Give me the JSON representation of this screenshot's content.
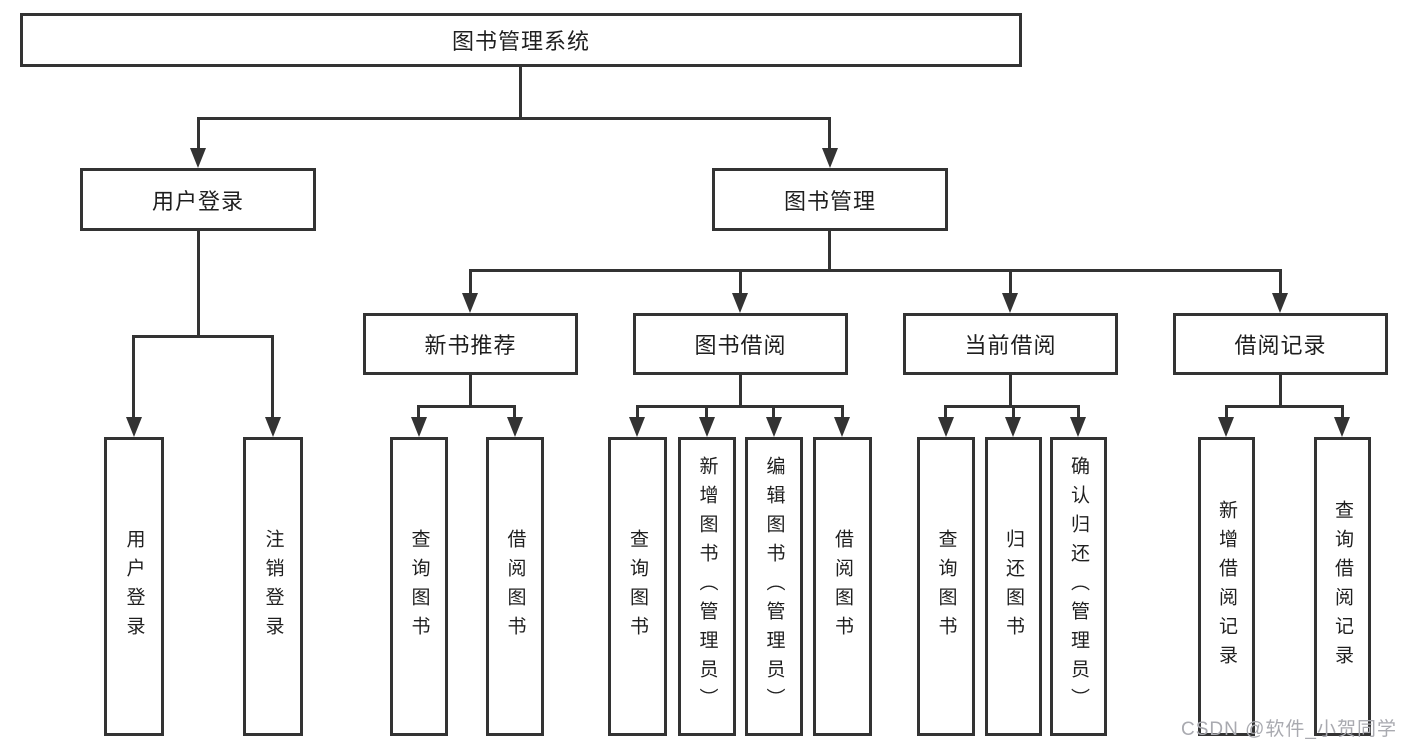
{
  "diagram": {
    "root": {
      "label": "图书管理系统"
    },
    "branches": [
      {
        "label": "用户登录",
        "children": [
          {
            "label": "用户登录"
          },
          {
            "label": "注销登录"
          }
        ]
      },
      {
        "label": "图书管理",
        "children": [
          {
            "label": "新书推荐",
            "children": [
              {
                "label": "查询图书"
              },
              {
                "label": "借阅图书"
              }
            ]
          },
          {
            "label": "图书借阅",
            "children": [
              {
                "label": "查询图书"
              },
              {
                "label": "新增图书（管理员）"
              },
              {
                "label": "编辑图书（管理员）"
              },
              {
                "label": "借阅图书"
              }
            ]
          },
          {
            "label": "当前借阅",
            "children": [
              {
                "label": "查询图书"
              },
              {
                "label": "归还图书"
              },
              {
                "label": "确认归还（管理员）"
              }
            ]
          },
          {
            "label": "借阅记录",
            "children": [
              {
                "label": "新增借阅记录"
              },
              {
                "label": "查询借阅记录"
              }
            ]
          }
        ]
      }
    ]
  },
  "watermark": "CSDN @软件_小贺同学",
  "colors": {
    "line": "#333333",
    "text": "#1f1f1f",
    "watermark": "#a9aab0",
    "background": "#ffffff"
  }
}
